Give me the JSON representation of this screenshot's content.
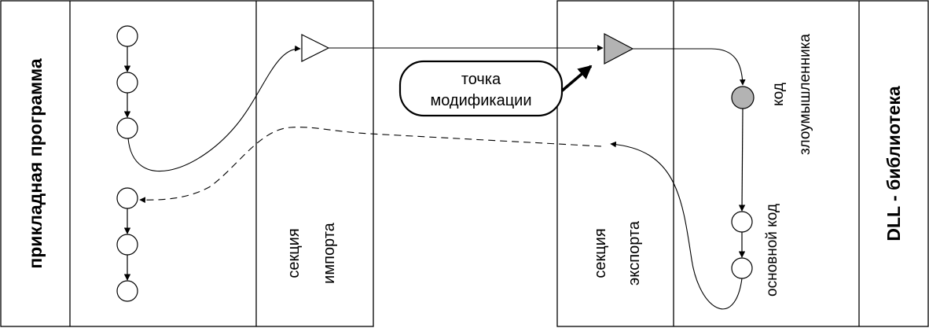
{
  "left_block": {
    "title": "прикладная программа",
    "import_label_1": "секция",
    "import_label_2": "импорта"
  },
  "right_block": {
    "title": "DLL - библиотека",
    "export_label_1": "секция",
    "export_label_2": "экспорта",
    "malicious_label_1": "код",
    "malicious_label_2": "злоумышленника",
    "main_code_label": "основной код"
  },
  "callout": {
    "line_1": "точка",
    "line_2": "модификации"
  },
  "colors": {
    "stroke": "#000000",
    "filled_node": "#b3b3b3",
    "background": "#ffffff"
  }
}
